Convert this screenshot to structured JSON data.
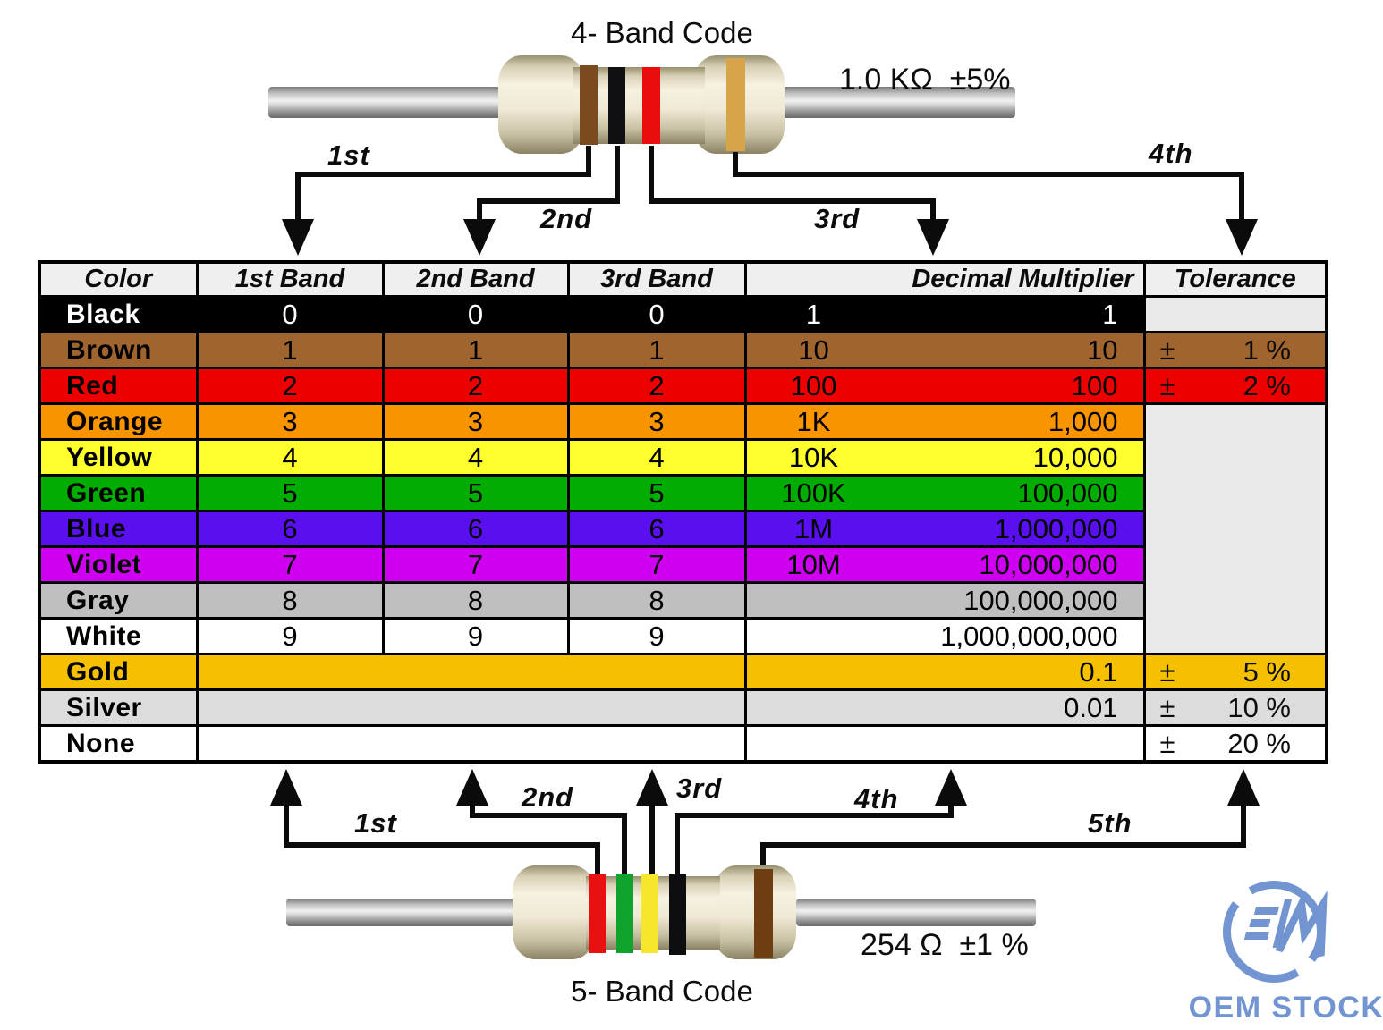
{
  "top_diagram": {
    "title": "4- Band Code",
    "value_label": "1.0 KΩ  ±5%",
    "arrow_labels": [
      "1st",
      "2nd",
      "3rd",
      "4th"
    ],
    "bands": [
      {
        "name": "brown",
        "color": "#7b4a1f"
      },
      {
        "name": "black",
        "color": "#101012"
      },
      {
        "name": "red",
        "color": "#e90d0d"
      },
      {
        "name": "gold",
        "color": "#d8a449"
      }
    ]
  },
  "table": {
    "headers": [
      "Color",
      "1st Band",
      "2nd Band",
      "3rd Band",
      "Decimal Multiplier",
      "Tolerance"
    ],
    "header_bg": "#efefef",
    "empty_tol_bg": "#eaeaea",
    "rows": [
      {
        "name": "Black",
        "bg": "#000000",
        "fg": "#ffffff",
        "b1": "0",
        "b2": "0",
        "b3": "0",
        "mult_short": "1",
        "mult_long": "1",
        "tol_bg": "#eaeaea",
        "tol_sign": "",
        "tol_value": ""
      },
      {
        "name": "Brown",
        "bg": "#a0642e",
        "fg": "#000000",
        "b1": "1",
        "b2": "1",
        "b3": "1",
        "mult_short": "10",
        "mult_long": "10",
        "tol_sign": "±",
        "tol_value": "1 %"
      },
      {
        "name": "Red",
        "bg": "#ec0000",
        "fg": "#000000",
        "b1": "2",
        "b2": "2",
        "b3": "2",
        "mult_short": "100",
        "mult_long": "100",
        "tol_sign": "±",
        "tol_value": "2 %"
      },
      {
        "name": "Orange",
        "bg": "#f79400",
        "fg": "#000000",
        "b1": "3",
        "b2": "3",
        "b3": "3",
        "mult_short": "1K",
        "mult_long": "1,000",
        "tol_merge_rows": 7
      },
      {
        "name": "Yellow",
        "bg": "#ffff2e",
        "fg": "#000000",
        "b1": "4",
        "b2": "4",
        "b3": "4",
        "mult_short": "10K",
        "mult_long": "10,000",
        "tol_in_merge": true
      },
      {
        "name": "Green",
        "bg": "#00ad00",
        "fg": "#000000",
        "b1": "5",
        "b2": "5",
        "b3": "5",
        "mult_short": "100K",
        "mult_long": "100,000",
        "tol_in_merge": true
      },
      {
        "name": "Blue",
        "bg": "#5a10ee",
        "fg": "#000000",
        "b1": "6",
        "b2": "6",
        "b3": "6",
        "mult_short": "1M",
        "mult_long": "1,000,000",
        "tol_in_merge": true
      },
      {
        "name": "Violet",
        "bg": "#cf00f2",
        "fg": "#000000",
        "b1": "7",
        "b2": "7",
        "b3": "7",
        "mult_short": "10M",
        "mult_long": "10,000,000",
        "tol_in_merge": true
      },
      {
        "name": "Gray",
        "bg": "#bfbfbf",
        "fg": "#000000",
        "b1": "8",
        "b2": "8",
        "b3": "8",
        "mult_short": "",
        "mult_long": "100,000,000",
        "tol_in_merge": true
      },
      {
        "name": "White",
        "bg": "#ffffff",
        "fg": "#000000",
        "b1": "9",
        "b2": "9",
        "b3": "9",
        "mult_short": "",
        "mult_long": "1,000,000,000",
        "tol_in_merge": true
      },
      {
        "name": "Gold",
        "bg": "#f5c000",
        "fg": "#000000",
        "bands_merged": true,
        "mult_short": "",
        "mult_long": "0.1",
        "tol_sign": "±",
        "tol_value": "5 %"
      },
      {
        "name": "Silver",
        "bg": "#dcdcdc",
        "fg": "#000000",
        "bands_merged": true,
        "mult_short": "",
        "mult_long": "0.01",
        "tol_sign": "±",
        "tol_value": "10 %"
      },
      {
        "name": "None",
        "bg": "#ffffff",
        "fg": "#000000",
        "bands_merged": true,
        "mult_short": "",
        "mult_long": "",
        "tol_sign": "±",
        "tol_value": "20 %"
      }
    ]
  },
  "bottom_diagram": {
    "title": "5- Band Code",
    "value_label": "254 Ω  ±1 %",
    "arrow_labels": [
      "1st",
      "2nd",
      "3rd",
      "4th",
      "5th"
    ],
    "bands": [
      {
        "name": "red",
        "color": "#e81010"
      },
      {
        "name": "green",
        "color": "#0fa32b"
      },
      {
        "name": "yellow",
        "color": "#f6e72b"
      },
      {
        "name": "black",
        "color": "#0e0e10"
      },
      {
        "name": "brown",
        "color": "#6f3d12"
      }
    ]
  },
  "logo": {
    "monogram": "E/M",
    "text": "OEM STOCK",
    "color": "#7295d2"
  }
}
